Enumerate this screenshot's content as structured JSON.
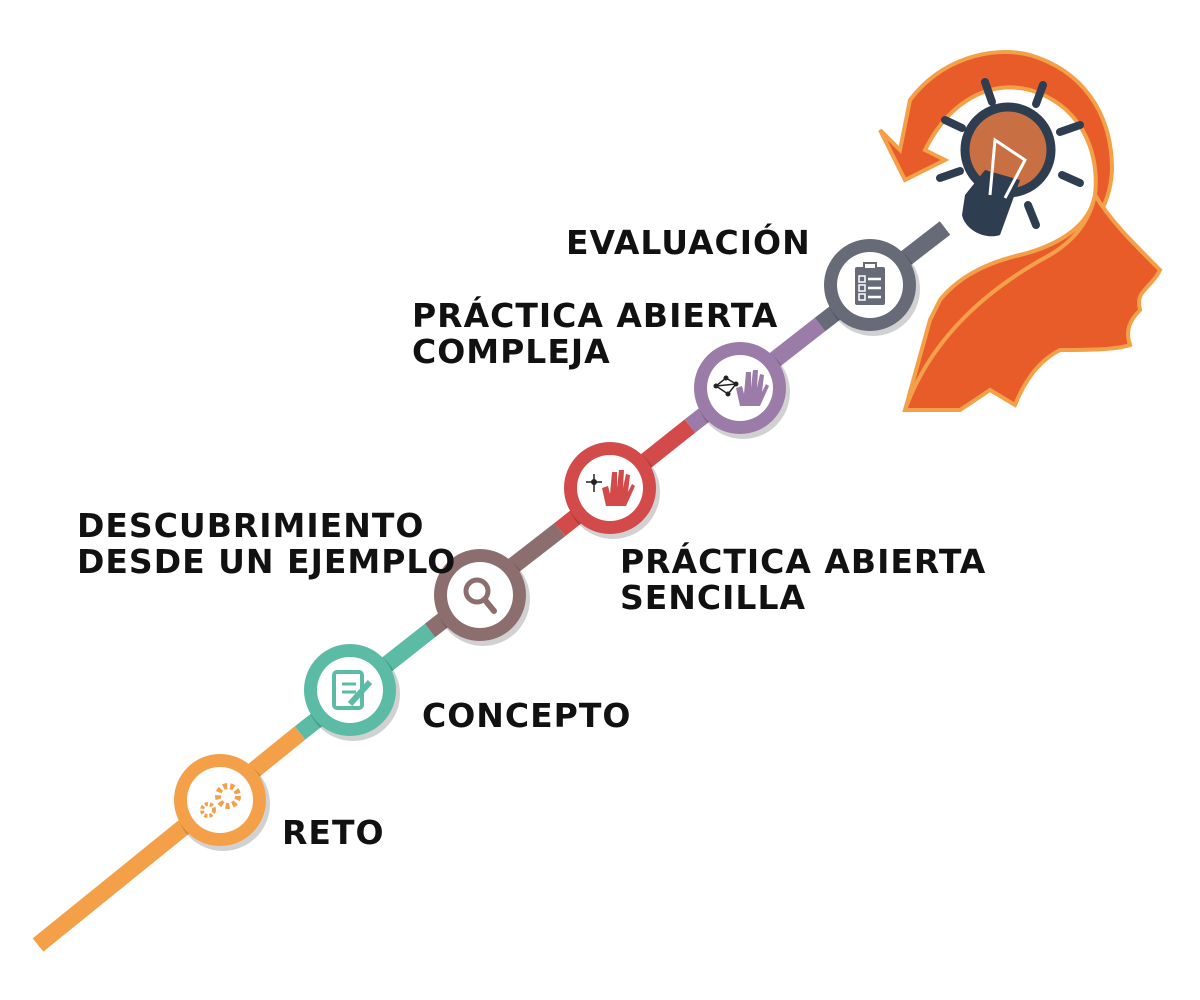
{
  "steps": [
    {
      "label_lines": [
        "RETO"
      ],
      "color": "#F4A048",
      "icon": "gears-icon"
    },
    {
      "label_lines": [
        "CONCEPTO"
      ],
      "color": "#5BBBA4",
      "icon": "notepad-pencil-icon"
    },
    {
      "label_lines": [
        "DESCUBRIMIENTO",
        "DESDE UN EJEMPLO"
      ],
      "color": "#8C6E6E",
      "icon": "magnifier-icon"
    },
    {
      "label_lines": [
        "PRÁCTICA ABIERTA",
        "SENCILLA"
      ],
      "color": "#D24A4A",
      "icon": "hand-network-icon"
    },
    {
      "label_lines": [
        "PRÁCTICA ABIERTA",
        "COMPLEJA"
      ],
      "color": "#9B7BA8",
      "icon": "hand-complex-network-icon"
    },
    {
      "label_lines": [
        "EVALUACIÓN"
      ],
      "color": "#676B78",
      "icon": "checklist-icon"
    }
  ],
  "head": {
    "fill": "#E85C2A",
    "outline": "#F4A048",
    "bulb": "#C87043",
    "dark": "#2E3E50"
  }
}
